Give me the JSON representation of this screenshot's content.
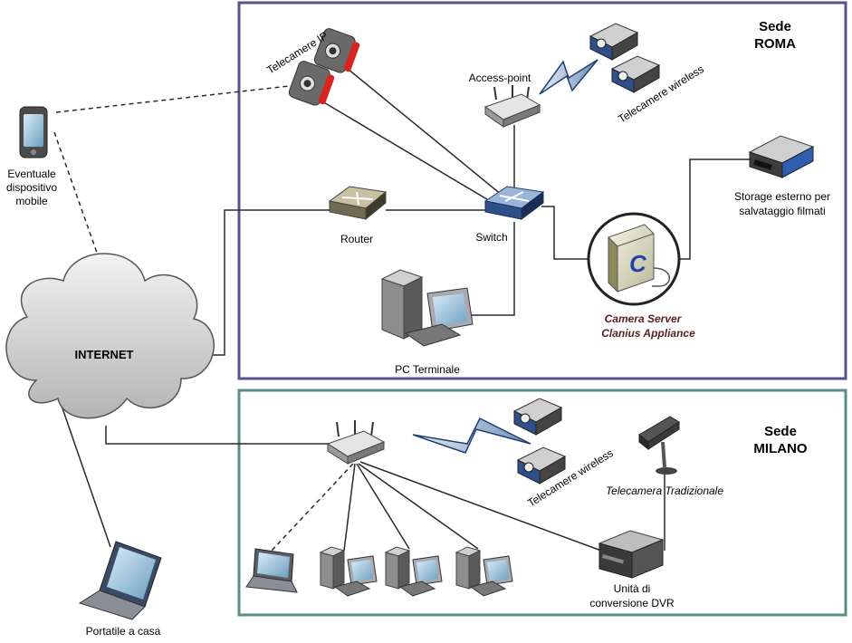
{
  "sites": {
    "roma": {
      "title_line1": "Sede",
      "title_line2": "ROMA",
      "border_color": "#5b4f8e"
    },
    "milano": {
      "title_line1": "Sede",
      "title_line2": "MILANO",
      "border_color": "#5a8c86"
    }
  },
  "labels": {
    "mobile_line1": "Eventuale",
    "mobile_line2": "dispositivo",
    "mobile_line3": "mobile",
    "internet": "INTERNET",
    "laptop_home": "Portatile a casa",
    "ip_cameras": "Telecamere IP",
    "access_point": "Access-point",
    "wireless_cams_roma": "Telecamere wireless",
    "router": "Router",
    "switch": "Switch",
    "storage_line1": "Storage esterno per",
    "storage_line2": "salvataggio filmati",
    "pc_terminal": "PC Terminale",
    "camera_server_line1": "Camera Server",
    "camera_server_line2": "Clanius Appliance",
    "wireless_cams_milano": "Telecamere wireless",
    "traditional_cam": "Telecamera  Tradizionale",
    "dvr_line1": "Unità di",
    "dvr_line2": "conversione DVR"
  },
  "icons": {
    "server_logo_letter": "C"
  }
}
